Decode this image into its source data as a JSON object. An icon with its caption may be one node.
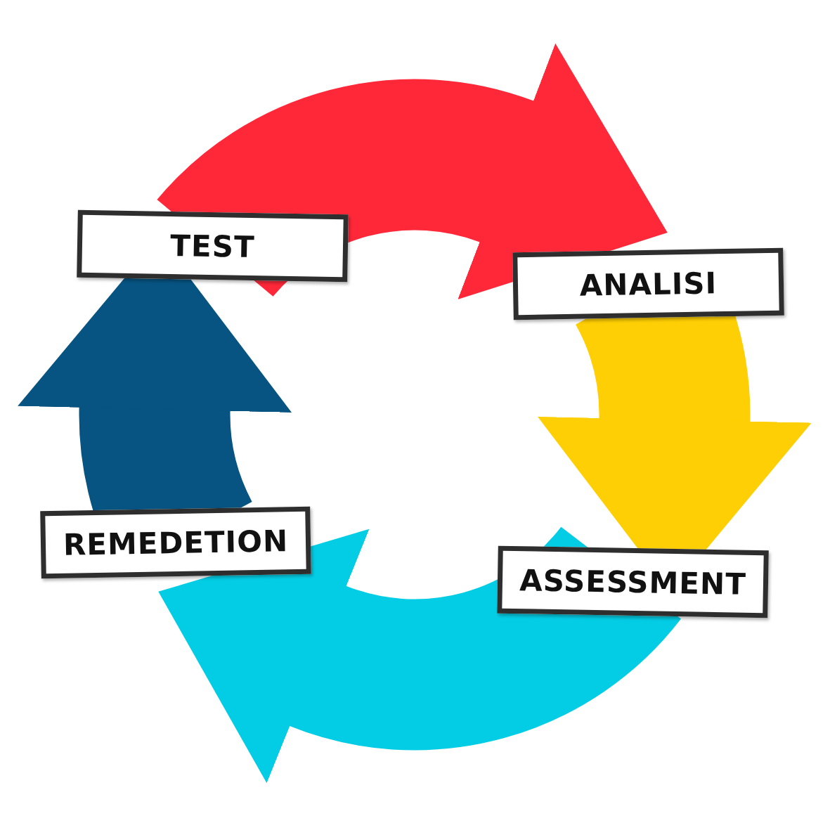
{
  "diagram": {
    "nodes": [
      {
        "text": [
          "TEST"
        ]
      },
      {
        "text": [
          "ANALISI"
        ]
      },
      {
        "text": [
          "ASSESSMENT"
        ]
      },
      {
        "text": [
          "REMEDETION"
        ]
      }
    ],
    "edges": [
      {
        "from": 0,
        "to": 1,
        "arrow": "to",
        "color": "#fe2839"
      },
      {
        "from": 1,
        "to": 2,
        "arrow": "to",
        "color": "#fecf04"
      },
      {
        "from": 2,
        "to": 3,
        "arrow": "to",
        "color": "#03cde5"
      },
      {
        "from": 3,
        "to": 0,
        "arrow": "to",
        "color": "#075381"
      }
    ]
  }
}
